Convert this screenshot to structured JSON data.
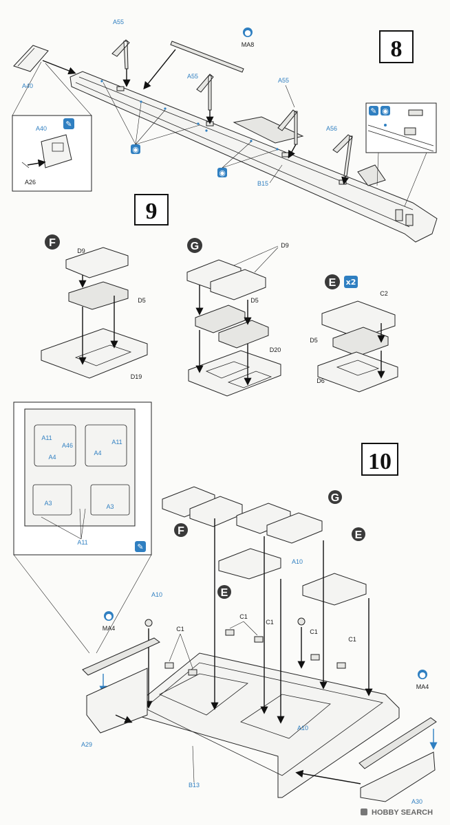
{
  "steps": {
    "s8": "8",
    "s9": "9",
    "s10": "10"
  },
  "subassemblies": {
    "F": "F",
    "G": "G",
    "E": "E",
    "e_multiplier": "x2"
  },
  "labels_step8": {
    "a40_top": "A40",
    "a55_1": "A55",
    "ma8": "MA8",
    "a55_2": "A55",
    "a55_3": "A55",
    "a56": "A56",
    "b15": "B15",
    "a40_inset": "A40",
    "a26": "A26"
  },
  "labels_step9": {
    "d9_f": "D9",
    "d5_f": "D5",
    "d19": "D19",
    "d9_g": "D9",
    "d5_g": "D5",
    "d20": "D20",
    "c2": "C2",
    "d5_e": "D5",
    "d6": "D6"
  },
  "labels_step10": {
    "a11_1": "A11",
    "a46": "A46",
    "a11_2": "A11",
    "a4_1": "A4",
    "a4_2": "A4",
    "a3_1": "A3",
    "a3_2": "A3",
    "a11_3": "A11",
    "a10_1": "A10",
    "a10_2": "A10",
    "a10_3": "A10",
    "c1_1": "C1",
    "c1_2": "C1",
    "c1_3": "C1",
    "c1_4": "C1",
    "c1_5": "C1",
    "ma4_left": "MA4",
    "ma4_right": "MA4",
    "a29": "A29",
    "b13": "B13",
    "a30": "A30"
  },
  "icons": {
    "glue": "glue-drop-icon",
    "brush": "brush-icon",
    "drill": "drill-hole-icon"
  },
  "watermark": "HOBBY SEARCH",
  "colors": {
    "accent_blue": "#2f7fc1",
    "step_badge": "#3a3a3a"
  }
}
